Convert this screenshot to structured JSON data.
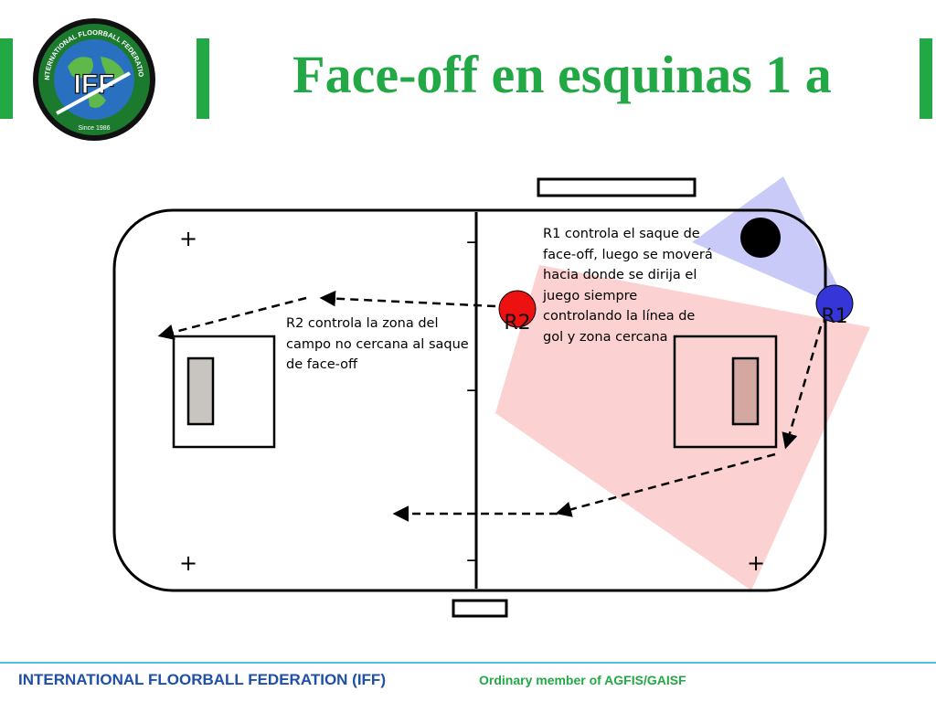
{
  "title": "Face-off en esquinas 1 a",
  "logo": {
    "ring_text": "INTERNATIONAL FLOORBALL FEDERATION",
    "monogram": "IFF",
    "since": "Since 1986"
  },
  "diagram": {
    "players": [
      {
        "id": "r1",
        "label": "R1",
        "color": "#3535d8"
      },
      {
        "id": "r2",
        "label": "R2",
        "color": "#ee1111"
      }
    ],
    "notes": {
      "r1": "R1 controla el saque de face-off, luego se moverá hacia donde se dirija el juego siempre controlando la línea de gol y zona cercana",
      "r2": "R2 controla la zona del campo no cercana al saque de face-off"
    },
    "marks": {
      "plus": "+",
      "dash": "–"
    },
    "colors": {
      "r1_zone": "#b8b8f5",
      "r2_zone": "#fbc6c6",
      "puck": "#000000"
    }
  },
  "footer": {
    "left": "INTERNATIONAL FLOORBALL FEDERATION (IFF)",
    "right": "Ordinary member of AGFIS/GAISF"
  },
  "colors": {
    "accent": "#22a845",
    "footer_blue": "#1f4fa6",
    "footer_line": "#4ec1d9"
  }
}
